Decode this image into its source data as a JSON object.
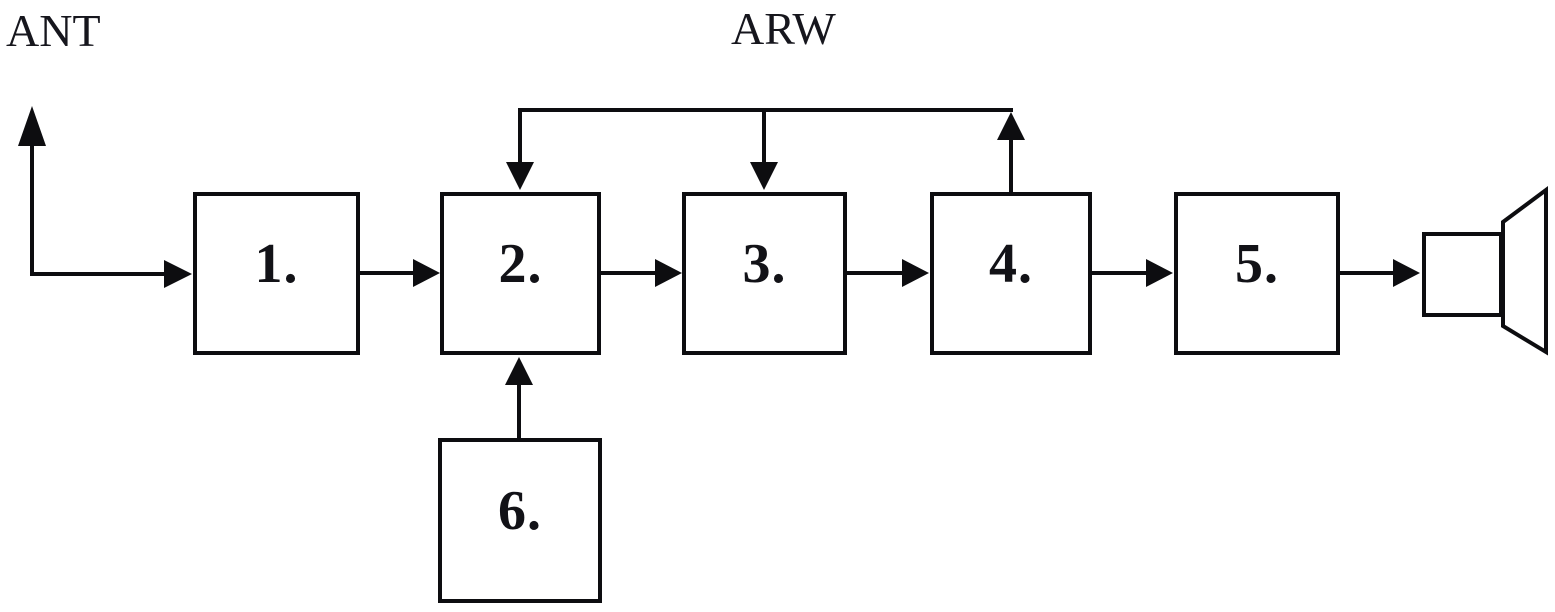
{
  "labels": {
    "antenna": "ANT",
    "agc": "ARW"
  },
  "blocks": [
    {
      "label": "1."
    },
    {
      "label": "2."
    },
    {
      "label": "3."
    },
    {
      "label": "4."
    },
    {
      "label": "5."
    },
    {
      "label": "6."
    }
  ],
  "icons": {
    "signal_input": "antenna-arrow-icon",
    "output_transducer": "speaker-icon"
  },
  "colors": {
    "ink": "#0d0d10",
    "background": "#ffffff"
  },
  "connections": [
    {
      "from": "ANT",
      "to": "1."
    },
    {
      "from": "1.",
      "to": "2."
    },
    {
      "from": "2.",
      "to": "3."
    },
    {
      "from": "3.",
      "to": "4."
    },
    {
      "from": "4.",
      "to": "5."
    },
    {
      "from": "5.",
      "to": "speaker"
    },
    {
      "from": "6.",
      "to": "2."
    },
    {
      "from": "4.",
      "to": "ARW-bus"
    },
    {
      "from": "ARW-bus",
      "to": "2."
    },
    {
      "from": "ARW-bus",
      "to": "3."
    }
  ]
}
